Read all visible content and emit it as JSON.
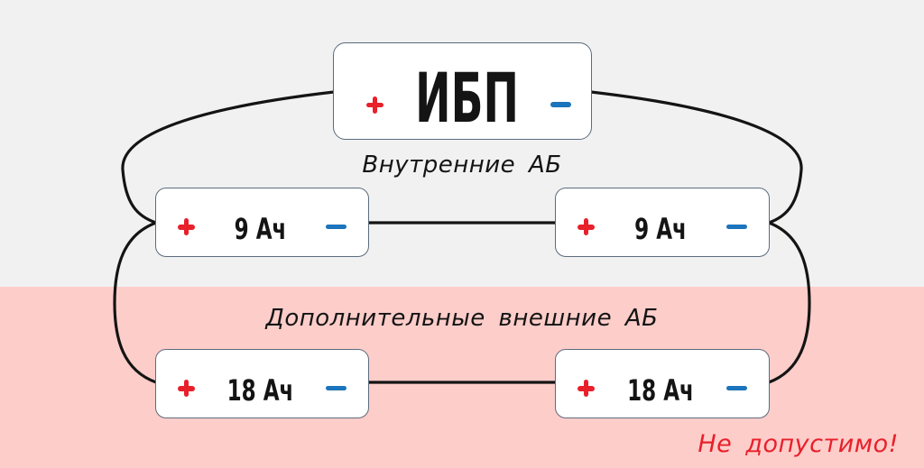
{
  "diagram": {
    "ups": {
      "label": "ИБП"
    },
    "internal_section": {
      "label": "Внутренние АБ"
    },
    "external_section": {
      "label": "Дополнительные внешние АБ"
    },
    "batteries": {
      "internal_left": {
        "label": "9 Ач"
      },
      "internal_right": {
        "label": "9 Ач"
      },
      "external_left": {
        "label": "18 Ач"
      },
      "external_right": {
        "label": "18 Ач"
      }
    },
    "warning": {
      "label": "Не допустимо!"
    }
  },
  "icons": {
    "plus_terminal": "+",
    "minus_terminal": "−"
  },
  "colors": {
    "background_top": "#f1f1f2",
    "background_bottom": "#fdcdca",
    "box_fill": "#ffffff",
    "box_border": "#5c6b7d",
    "wire": "#141414",
    "terminal_plus": "#e8202a",
    "terminal_minus": "#1b74bc",
    "text": "#141414",
    "warning": "#e8202a"
  }
}
